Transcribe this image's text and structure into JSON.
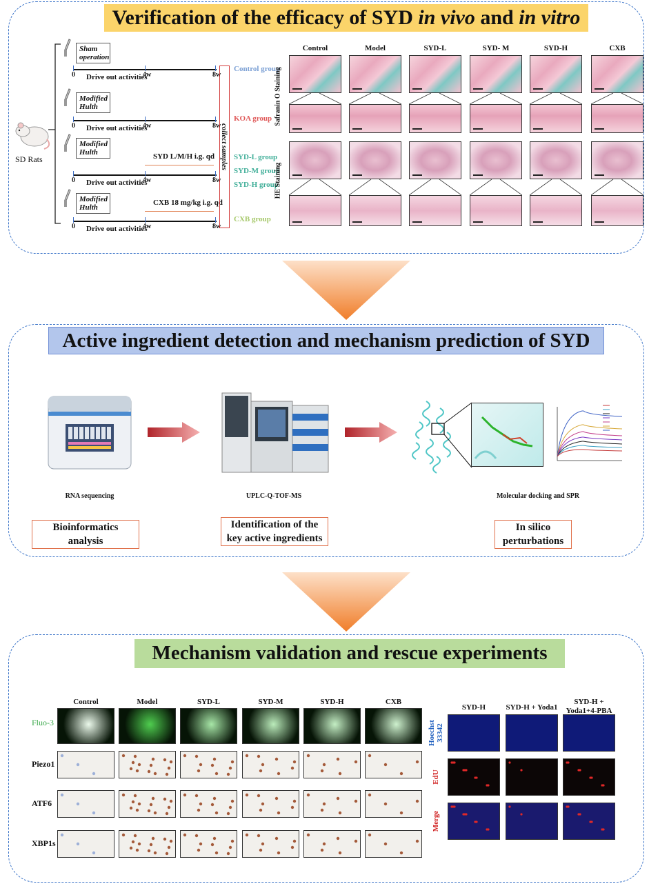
{
  "panels": {
    "top": {
      "title_parts": [
        "Verification of the efficacy of SYD ",
        "in vivo",
        " and ",
        "in vitro"
      ]
    },
    "middle": {
      "title": "Active ingredient detection and mechanism prediction of SYD"
    },
    "bottom": {
      "title": "Mechanism validation and rescue experiments"
    }
  },
  "timeline": {
    "animal": "SD Rats",
    "collect": "collect samples",
    "rows": [
      {
        "procedure": "Sham operation",
        "treatment": "",
        "activity": "Drive out activities",
        "groups": [
          "Control group"
        ],
        "group_colors": [
          "#7a9fd4"
        ]
      },
      {
        "procedure": "Modified Hulth",
        "treatment": "",
        "activity": "Drive out activities",
        "groups": [
          "KOA group"
        ],
        "group_colors": [
          "#e05a5a"
        ]
      },
      {
        "procedure": "Modified Hulth",
        "treatment": "SYD L/M/H  i.g.   qd",
        "activity": "Drive out activities",
        "groups": [
          "SYD-L group",
          "SYD-M group",
          "SYD-H group"
        ],
        "group_colors": [
          "#3fae98",
          "#3fae98",
          "#3fae98"
        ]
      },
      {
        "procedure": "Modified Hulth",
        "treatment": "CXB 18 mg/kg i.g.  qd",
        "activity": "Drive out activities",
        "groups": [
          "CXB group"
        ],
        "group_colors": [
          "#a6c86a"
        ]
      }
    ],
    "ticks": [
      "0",
      "4w",
      "8w"
    ]
  },
  "histology": {
    "columns": [
      "Control",
      "Model",
      "SYD-L",
      "SYD- M",
      "SYD-H",
      "CXB"
    ],
    "rows": [
      "Safranin O Staining",
      "HE Staining"
    ]
  },
  "pipeline": {
    "stages": [
      "RNA sequencing",
      "UPLC-Q-TOF-MS",
      "Molecular docking and SPR"
    ],
    "outputs": [
      "Bioinformatics\nanalysis",
      "Identification of the\nkey active ingredients",
      "In silico\nperturbations"
    ],
    "arrow_color": "#e88080"
  },
  "validation": {
    "columns": [
      "Control",
      "Model",
      "SYD-L",
      "SYD-M",
      "SYD-H",
      "CXB"
    ],
    "rows": [
      {
        "label": "Fluo-3",
        "color": "#3aa84a"
      },
      {
        "label": "Piezo1",
        "color": "#111111"
      },
      {
        "label": "ATF6",
        "color": "#111111"
      },
      {
        "label": "XBP1s",
        "color": "#111111"
      }
    ],
    "rescue_columns": [
      "SYD-H",
      "SYD-H + Yoda1",
      "SYD-H +\nYoda1+4-PBA"
    ],
    "rescue_rows": [
      {
        "label": "Hoechst\n33342",
        "color": "#1f5fbf"
      },
      {
        "label": "EdU",
        "color": "#d02020"
      },
      {
        "label": "Merge",
        "color": "#d02020"
      }
    ]
  },
  "colors": {
    "panel_border": "#3a73c8",
    "arrow": "#f29a4e",
    "yellow": "#fbd46a",
    "blue": "#b3c6ec",
    "green": "#b9dc9c"
  }
}
